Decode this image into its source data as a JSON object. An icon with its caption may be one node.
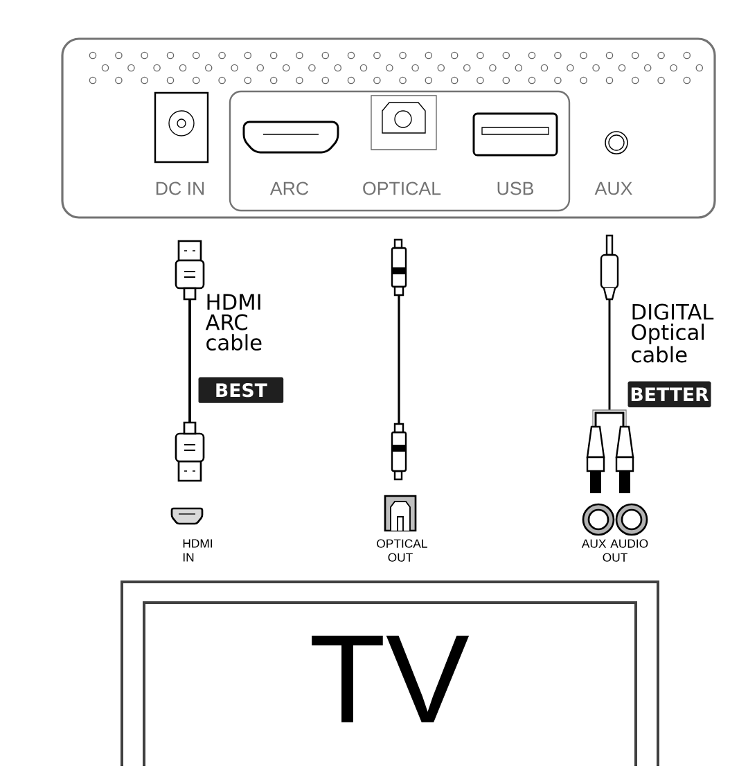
{
  "diagram": {
    "nodes": [
      {
        "text": [
          "HDMI IN"
        ]
      },
      {
        "text": [
          "OPTICAL OUT"
        ]
      },
      {
        "text": [
          "AUX AUDIO OUT"
        ]
      },
      {
        "text": [
          "TV"
        ]
      }
    ],
    "labels": [
      "DC IN",
      "ARC",
      "OPTICAL",
      "USB",
      "AUX",
      "HDMI ARC cable",
      "BEST",
      "DIGITAL Optical cable",
      "BETTER"
    ]
  }
}
